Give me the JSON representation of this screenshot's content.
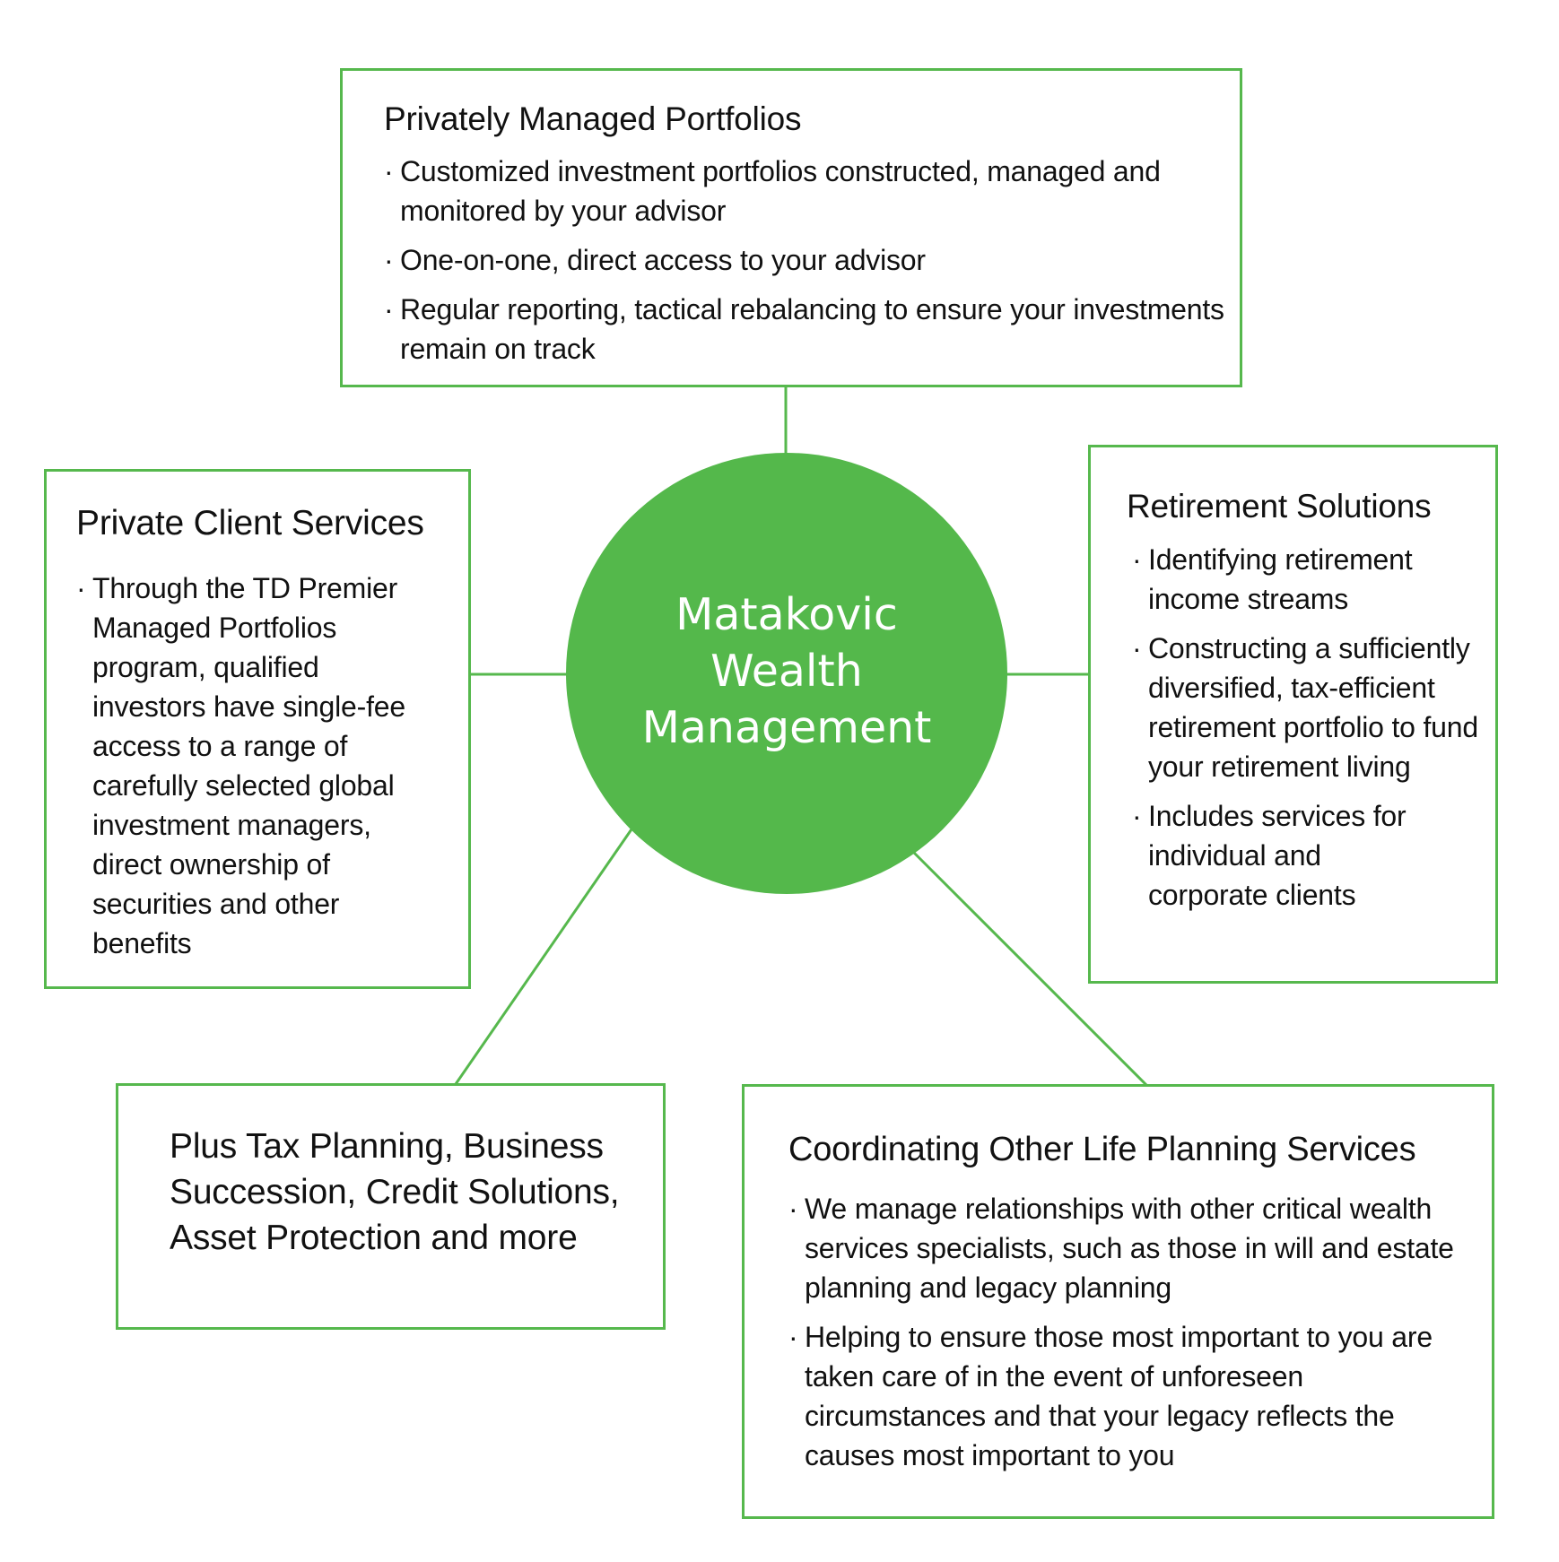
{
  "colors": {
    "accent": "#54b84b",
    "border": "#56b84d",
    "text": "#111111",
    "hub_text": "#ffffff"
  },
  "hub": {
    "lines": [
      "Matakovic",
      "Wealth",
      "Management"
    ]
  },
  "boxes": {
    "top": {
      "title": "Privately Managed Portfolios",
      "bullets": [
        "Customized investment portfolios constructed, managed and monitored by your advisor",
        "One-on-one, direct access to your advisor",
        "Regular reporting, tactical rebalancing to ensure your investments remain on track"
      ]
    },
    "left": {
      "title": "Private Client Services",
      "bullets": [
        "Through the TD Premier Managed Portfolios program, qualified investors have single-fee access to a range of carefully selected global investment managers, direct ownership of securities and other benefits"
      ]
    },
    "right": {
      "title": "Retirement Solutions",
      "bullets": [
        "Identifying retirement income streams",
        "Constructing a sufficiently diversified, tax-efficient retirement portfolio to fund your retirement living",
        "Includes services for individual and corporate clients"
      ]
    },
    "bottom_left": {
      "text": "Plus Tax Planning, Business Succession, Credit Solutions, Asset Protection and more"
    },
    "bottom_right": {
      "title": "Coordinating Other Life Planning Services",
      "bullets": [
        "We manage relationships with other critical wealth services specialists, such as those in will and estate planning and legacy planning",
        "Helping to ensure those most important to you are taken care of in the event of unforeseen circumstances and that your legacy reflects the causes most important to you"
      ]
    }
  },
  "bullet_glyph": "·"
}
